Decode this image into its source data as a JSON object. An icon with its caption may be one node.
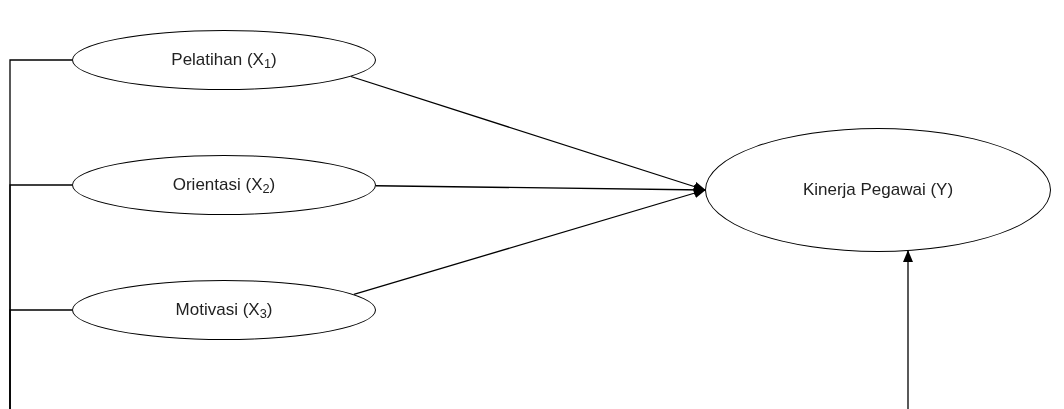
{
  "diagram": {
    "nodes": [
      {
        "text": [
          "Pelatihan (X$_{1}$)"
        ]
      },
      {
        "text": [
          "Orientasi (X$_{2}$)"
        ]
      },
      {
        "text": [
          "Motivasi (X$_{3}$)"
        ]
      },
      {
        "text": [
          "Kinerja Pegawai (Y)"
        ]
      }
    ],
    "edges": [
      {
        "from": 0,
        "to": 3,
        "arrow": "to"
      },
      {
        "from": 1,
        "to": 3,
        "arrow": "to"
      },
      {
        "from": 2,
        "to": 3,
        "arrow": "to"
      },
      {
        "from": null,
        "to": 0,
        "arrow": "none"
      },
      {
        "from": null,
        "to": 1,
        "arrow": "none"
      },
      {
        "from": null,
        "to": 2,
        "arrow": "none"
      },
      {
        "from": null,
        "to": 3,
        "arrow": "to"
      }
    ]
  }
}
